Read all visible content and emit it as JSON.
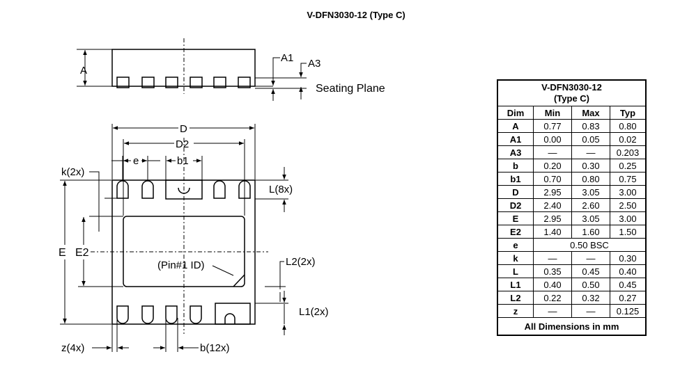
{
  "title": "V-DFN3030-12 (Type C)",
  "side_view": {
    "labels": {
      "A": "A",
      "A1": "A1",
      "A3": "A3",
      "seating_plane": "Seating Plane"
    }
  },
  "bottom_view": {
    "labels": {
      "D": "D",
      "D2": "D2",
      "e": "e",
      "b1": "b1",
      "k": "k(2x)",
      "L": "L(8x)",
      "E": "E",
      "E2": "E2",
      "pin1": "(Pin#1 ID)",
      "L2": "L2(2x)",
      "L1": "L1(2x)",
      "z": "z(4x)",
      "b": "b(12x)"
    }
  },
  "table": {
    "header_line1": "V-DFN3030-12",
    "header_line2": "(Type C)",
    "columns": [
      "Dim",
      "Min",
      "Max",
      "Typ"
    ],
    "rows": [
      {
        "dim": "A",
        "min": "0.77",
        "max": "0.83",
        "typ": "0.80"
      },
      {
        "dim": "A1",
        "min": "0.00",
        "max": "0.05",
        "typ": "0.02"
      },
      {
        "dim": "A3",
        "min": "—",
        "max": "—",
        "typ": "0.203"
      },
      {
        "dim": "b",
        "min": "0.20",
        "max": "0.30",
        "typ": "0.25"
      },
      {
        "dim": "b1",
        "min": "0.70",
        "max": "0.80",
        "typ": "0.75"
      },
      {
        "dim": "D",
        "min": "2.95",
        "max": "3.05",
        "typ": "3.00"
      },
      {
        "dim": "D2",
        "min": "2.40",
        "max": "2.60",
        "typ": "2.50"
      },
      {
        "dim": "E",
        "min": "2.95",
        "max": "3.05",
        "typ": "3.00"
      },
      {
        "dim": "E2",
        "min": "1.40",
        "max": "1.60",
        "typ": "1.50"
      },
      {
        "dim": "e",
        "span": "0.50 BSC"
      },
      {
        "dim": "k",
        "min": "—",
        "max": "—",
        "typ": "0.30"
      },
      {
        "dim": "L",
        "min": "0.35",
        "max": "0.45",
        "typ": "0.40"
      },
      {
        "dim": "L1",
        "min": "0.40",
        "max": "0.50",
        "typ": "0.45"
      },
      {
        "dim": "L2",
        "min": "0.22",
        "max": "0.32",
        "typ": "0.27"
      },
      {
        "dim": "z",
        "min": "—",
        "max": "—",
        "typ": "0.125"
      }
    ],
    "footer": "All Dimensions in mm"
  }
}
